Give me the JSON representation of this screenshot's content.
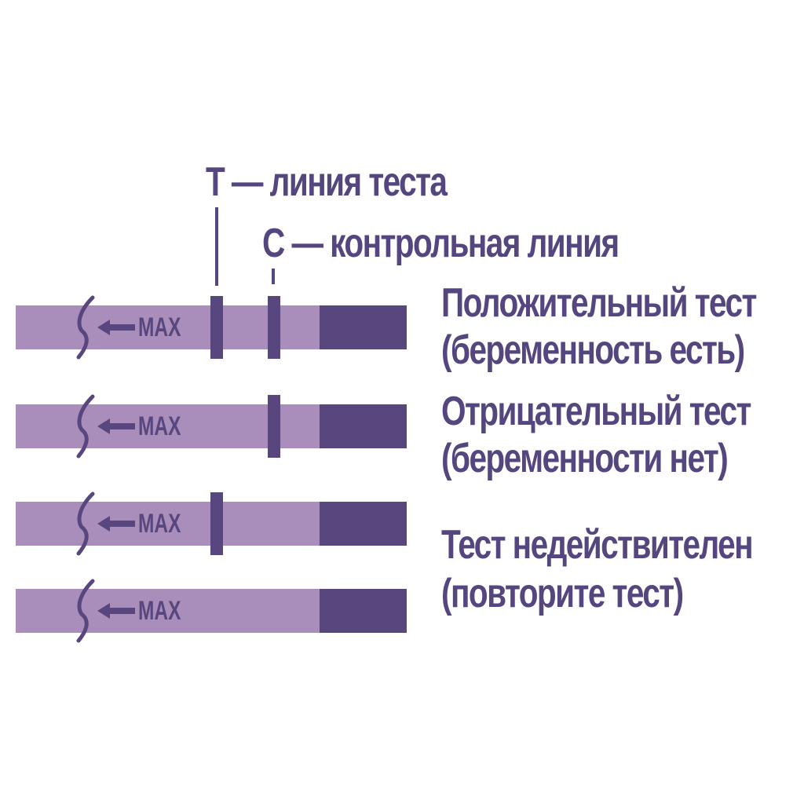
{
  "legend": {
    "t_line": "Т — линия теста",
    "c_line": "С — контрольная линия"
  },
  "strips": [
    {
      "max_label": "MAX",
      "t_band": true,
      "c_band": true,
      "result_title": "Положительный тест",
      "result_note": "(беременность есть)"
    },
    {
      "max_label": "MAX",
      "t_band": false,
      "c_band": true,
      "result_title": "Отрицательный тест",
      "result_note": "(беременности нет)"
    },
    {
      "max_label": "MAX",
      "t_band": true,
      "c_band": false,
      "result_title": "Тест недействителен",
      "result_note": "(повторите тест)"
    },
    {
      "max_label": "MAX",
      "t_band": false,
      "c_band": false
    }
  ],
  "colors": {
    "strip": "#a98dbb",
    "handle": "#58477f",
    "text": "#55467f"
  },
  "icons": {
    "wave": "wave-break-icon",
    "arrow": "arrow-left-icon"
  }
}
